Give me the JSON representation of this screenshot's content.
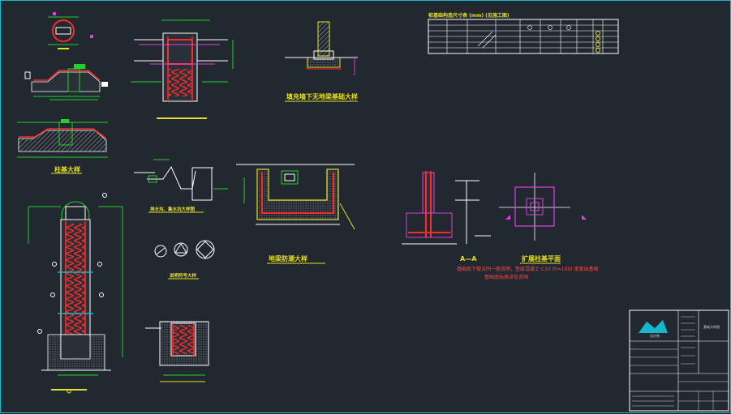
{
  "drawing": {
    "labels": {
      "wall_footing_detail": "填充墙下无地梁基础大样",
      "ground_beam_detail": "地梁防潮大样",
      "expanded_footing_plan": "扩展柱基平面",
      "section_a": "A—A",
      "small_detail_left": "柱基大样",
      "pit_detail": "排水沟、集水坑大样图",
      "symbols_detail": "说明符号大样"
    },
    "notes": {
      "line1": "基础底下做法同一般说明，垫层混凝土 C10 (h=100) 宽度出基础",
      "line2": "基础底标高详见说明"
    },
    "table": {
      "title": "桩基础构造尺寸表 (mm) (见施工图)"
    },
    "title_block": {
      "company": "设计院",
      "drawing_title": "基础大样图"
    }
  },
  "colors": {
    "background": "#212830",
    "frame": "#17b6c9",
    "rebar": "#ff2a2a",
    "dimension": "#22d02a",
    "label": "#e6df2a",
    "accent": "#e040e0"
  }
}
